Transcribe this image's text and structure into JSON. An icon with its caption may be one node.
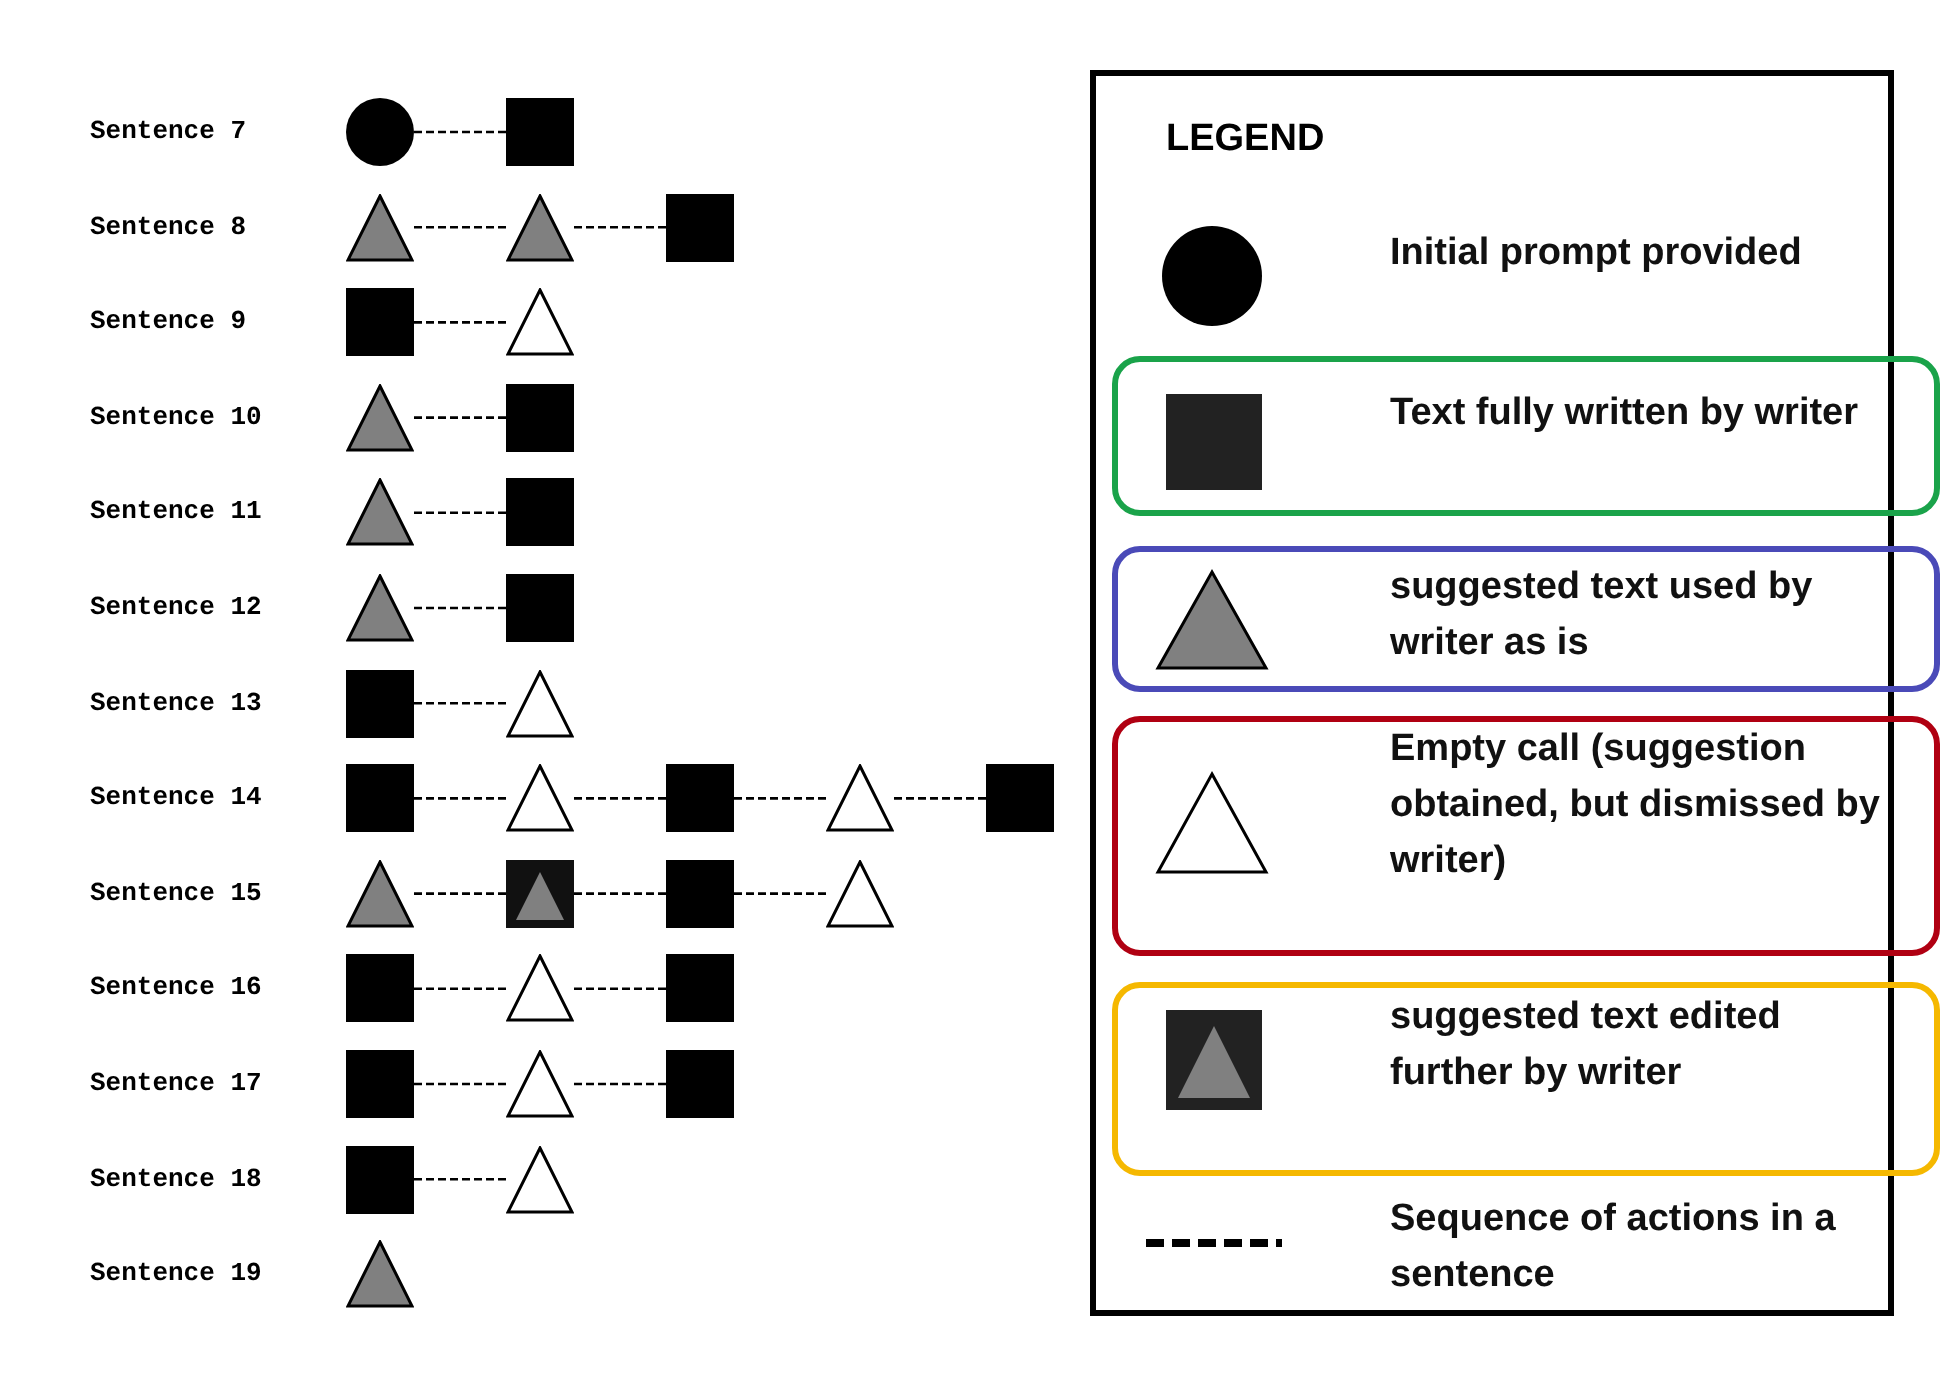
{
  "diagram": {
    "nodes": [
      {
        "text": [],
        "shape": "circle",
        "beside": [
          "Sentence 7"
        ]
      },
      {
        "text": [],
        "shape": "square"
      },
      {
        "text": [],
        "shape": "triangle",
        "beside": [
          "Sentence 8"
        ]
      },
      {
        "text": [],
        "shape": "triangle"
      },
      {
        "text": [],
        "shape": "square"
      },
      {
        "text": [],
        "shape": "square",
        "beside": [
          "Sentence 9"
        ]
      },
      {
        "text": [],
        "shape": "hollow-triangle"
      },
      {
        "text": [],
        "shape": "triangle",
        "beside": [
          "Sentence 10"
        ]
      },
      {
        "text": [],
        "shape": "square"
      },
      {
        "text": [],
        "shape": "triangle",
        "beside": [
          "Sentence 11"
        ]
      },
      {
        "text": [],
        "shape": "square"
      },
      {
        "text": [],
        "shape": "triangle",
        "beside": [
          "Sentence 12"
        ]
      },
      {
        "text": [],
        "shape": "square"
      },
      {
        "text": [],
        "shape": "square",
        "beside": [
          "Sentence 13"
        ]
      },
      {
        "text": [],
        "shape": "hollow-triangle"
      },
      {
        "text": [],
        "shape": "square",
        "beside": [
          "Sentence 14"
        ]
      },
      {
        "text": [],
        "shape": "hollow-triangle"
      },
      {
        "text": [],
        "shape": "square"
      },
      {
        "text": [],
        "shape": "hollow-triangle"
      },
      {
        "text": [],
        "shape": "square"
      },
      {
        "text": [],
        "shape": "triangle",
        "beside": [
          "Sentence 15"
        ]
      },
      {
        "text": [],
        "shape": "boxed-triangle"
      },
      {
        "text": [],
        "shape": "square"
      },
      {
        "text": [],
        "shape": "hollow-triangle"
      },
      {
        "text": [],
        "shape": "square",
        "beside": [
          "Sentence 16"
        ]
      },
      {
        "text": [],
        "shape": "hollow-triangle"
      },
      {
        "text": [],
        "shape": "square"
      },
      {
        "text": [],
        "shape": "square",
        "beside": [
          "Sentence 17"
        ]
      },
      {
        "text": [],
        "shape": "hollow-triangle"
      },
      {
        "text": [],
        "shape": "square"
      },
      {
        "text": [],
        "shape": "square",
        "beside": [
          "Sentence 18"
        ]
      },
      {
        "text": [],
        "shape": "hollow-triangle"
      },
      {
        "text": [],
        "shape": "triangle",
        "beside": [
          "Sentence 19"
        ]
      }
    ],
    "edges": [
      {
        "from": 0,
        "to": 1,
        "arrow": "none",
        "style": "dashed"
      },
      {
        "from": 2,
        "to": 3,
        "arrow": "none",
        "style": "dashed"
      },
      {
        "from": 3,
        "to": 4,
        "arrow": "none",
        "style": "dashed"
      },
      {
        "from": 5,
        "to": 6,
        "arrow": "none",
        "style": "dashed"
      },
      {
        "from": 7,
        "to": 8,
        "arrow": "none",
        "style": "dashed"
      },
      {
        "from": 9,
        "to": 10,
        "arrow": "none",
        "style": "dashed"
      },
      {
        "from": 11,
        "to": 12,
        "arrow": "none",
        "style": "dashed"
      },
      {
        "from": 13,
        "to": 14,
        "arrow": "none",
        "style": "dashed"
      },
      {
        "from": 15,
        "to": 16,
        "arrow": "none",
        "style": "dashed"
      },
      {
        "from": 16,
        "to": 17,
        "arrow": "none",
        "style": "dashed"
      },
      {
        "from": 17,
        "to": 18,
        "arrow": "none",
        "style": "dashed"
      },
      {
        "from": 18,
        "to": 19,
        "arrow": "none",
        "style": "dashed"
      },
      {
        "from": 20,
        "to": 21,
        "arrow": "none",
        "style": "dashed"
      },
      {
        "from": 21,
        "to": 22,
        "arrow": "none",
        "style": "dashed"
      },
      {
        "from": 22,
        "to": 23,
        "arrow": "none",
        "style": "dashed"
      },
      {
        "from": 24,
        "to": 25,
        "arrow": "none",
        "style": "dashed"
      },
      {
        "from": 25,
        "to": 26,
        "arrow": "none",
        "style": "dashed"
      },
      {
        "from": 27,
        "to": 28,
        "arrow": "none",
        "style": "dashed"
      },
      {
        "from": 28,
        "to": 29,
        "arrow": "none",
        "style": "dashed"
      },
      {
        "from": 30,
        "to": 31,
        "arrow": "none",
        "style": "dashed"
      }
    ],
    "labels": [
      "LEGEND"
    ],
    "legend": [
      {
        "text": "Initial prompt provided"
      },
      {
        "text": "Text fully written by writer"
      },
      {
        "text": "suggested text used by writer as is"
      },
      {
        "text": "Empty call (suggestion obtained, but dismissed by writer)"
      },
      {
        "text": "suggested text edited further by writer"
      },
      {
        "text": "Sequence of actions in a sentence"
      }
    ]
  }
}
